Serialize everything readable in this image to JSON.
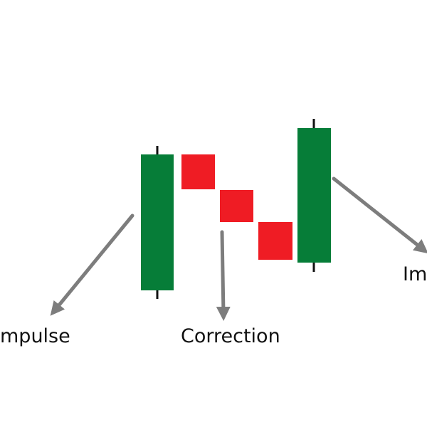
{
  "diagram": {
    "labels": {
      "impulse_left": "mpulse",
      "correction": "Correction",
      "impulse_right": "Im"
    },
    "colors": {
      "bullish": "#067d38",
      "bearish": "#ef1c24",
      "wick": "#111111",
      "arrow": "#7d7d7d",
      "text": "#111111"
    },
    "candles": [
      {
        "direction": "up",
        "role": "impulse"
      },
      {
        "direction": "down",
        "role": "correction"
      },
      {
        "direction": "down",
        "role": "correction"
      },
      {
        "direction": "down",
        "role": "correction"
      },
      {
        "direction": "up",
        "role": "impulse"
      }
    ]
  }
}
